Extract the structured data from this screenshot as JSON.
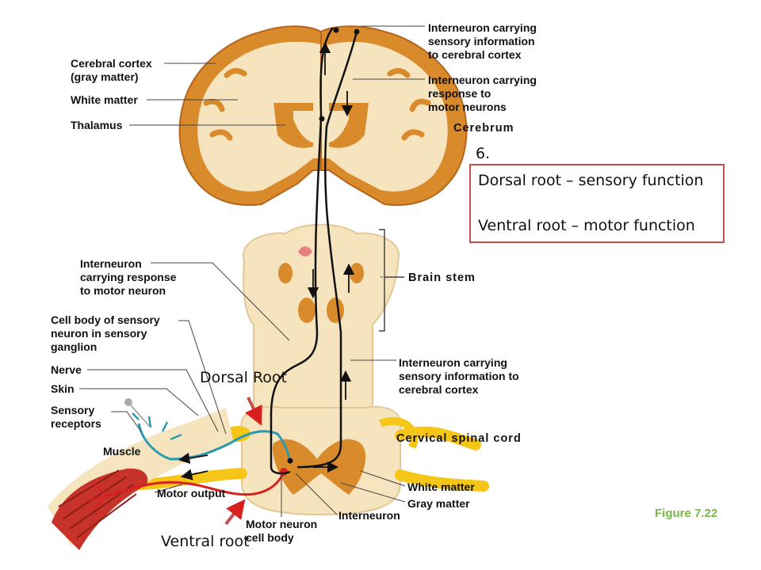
{
  "labels": {
    "cerebral_cortex": "Cerebral cortex\n(gray matter)",
    "white_matter_top": "White matter",
    "thalamus": "Thalamus",
    "interneuron_sensory_top": "Interneuron carrying\nsensory information\nto cerebral cortex",
    "interneuron_response_top": "Interneuron carrying\nresponse to\nmotor neurons",
    "cerebrum": "Cerebrum",
    "interneuron_response_left": "Interneuron\ncarrying response\nto motor neuron",
    "brain_stem": "Brain stem",
    "cell_body_sensory": "Cell body of sensory\nneuron in sensory\nganglion",
    "nerve": "Nerve",
    "skin": "Skin",
    "sensory_receptors": "Sensory\nreceptors",
    "muscle": "Muscle",
    "motor_output": "Motor output",
    "motor_neuron_cell_body": "Motor neuron\ncell body",
    "interneuron_bottom": "Interneuron",
    "white_matter_bottom": "White matter",
    "gray_matter": "Gray matter",
    "cervical_spinal_cord": "Cervical spinal cord",
    "interneuron_sensory_right": "Interneuron carrying\nsensory information to\ncerebral cortex"
  },
  "annotations": {
    "number": "6.",
    "dorsal_function": "Dorsal root – sensory function",
    "ventral_function": "Ventral root – motor function",
    "dorsal_root": "Dorsal Root",
    "ventral_root": "Ventral root"
  },
  "caption": "Figure 7.22",
  "colors": {
    "tissue_light": "#f6e4bf",
    "tissue_orange": "#d98a2b",
    "tissue_brown": "#b5651d",
    "nerve_yellow": "#f5c518",
    "sensory_teal": "#2a9ab0",
    "motor_red": "#d8201e",
    "muscle_red": "#c7332a",
    "annotation_red": "#c0504d",
    "caption_green": "#7ab648"
  }
}
